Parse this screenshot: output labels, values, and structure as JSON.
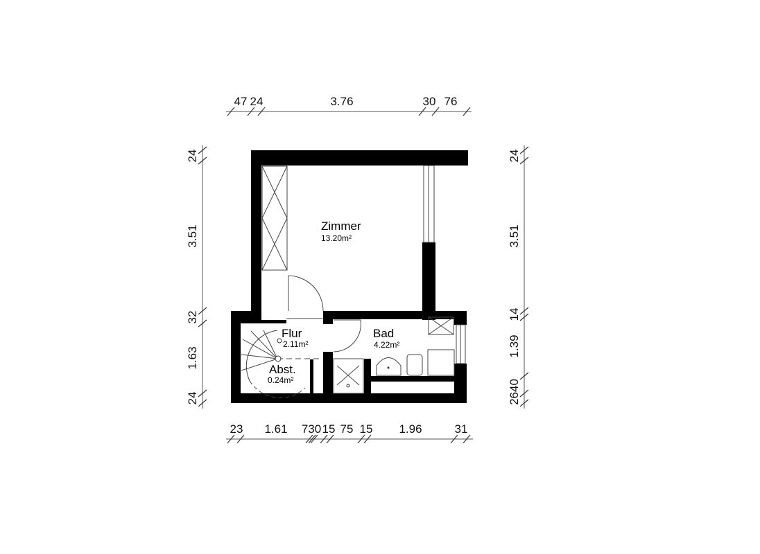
{
  "rooms": [
    {
      "name": "Zimmer",
      "area": "13.20m²"
    },
    {
      "name": "Flur",
      "area": "2.11m²"
    },
    {
      "name": "Bad",
      "area": "4.22m²"
    },
    {
      "name": "Abst.",
      "area": "0.24m²"
    }
  ],
  "dimensions": {
    "top": [
      "47",
      "24",
      "3.76",
      "30",
      "76"
    ],
    "bottom": [
      "23",
      "1.61",
      "730",
      "15",
      "75",
      "15",
      "1.96",
      "31"
    ],
    "left": [
      "24",
      "3.51",
      "32",
      "1.63",
      "24"
    ],
    "right": [
      "24",
      "3.51",
      "14",
      "1.39",
      "2640"
    ]
  }
}
